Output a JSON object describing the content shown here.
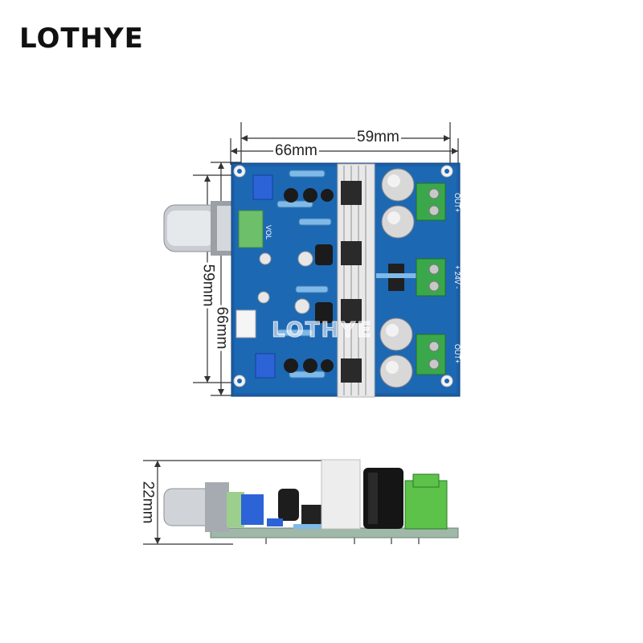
{
  "brand": {
    "name": "LOTHYE"
  },
  "watermark": "LOTHYE",
  "dimensions": {
    "top_inner": "59mm",
    "top_outer": "66mm",
    "left_inner": "59mm",
    "left_outer": "66mm",
    "height": "22mm"
  },
  "pcb_labels": {
    "out_top": "OUT+",
    "power": "+ 24V -",
    "out_bottom": "OUT+",
    "vol": "VOL"
  },
  "colors": {
    "pcb": "#1a5fa6",
    "terminal": "#3aa84a",
    "heatsink": "#e8e8e8"
  }
}
